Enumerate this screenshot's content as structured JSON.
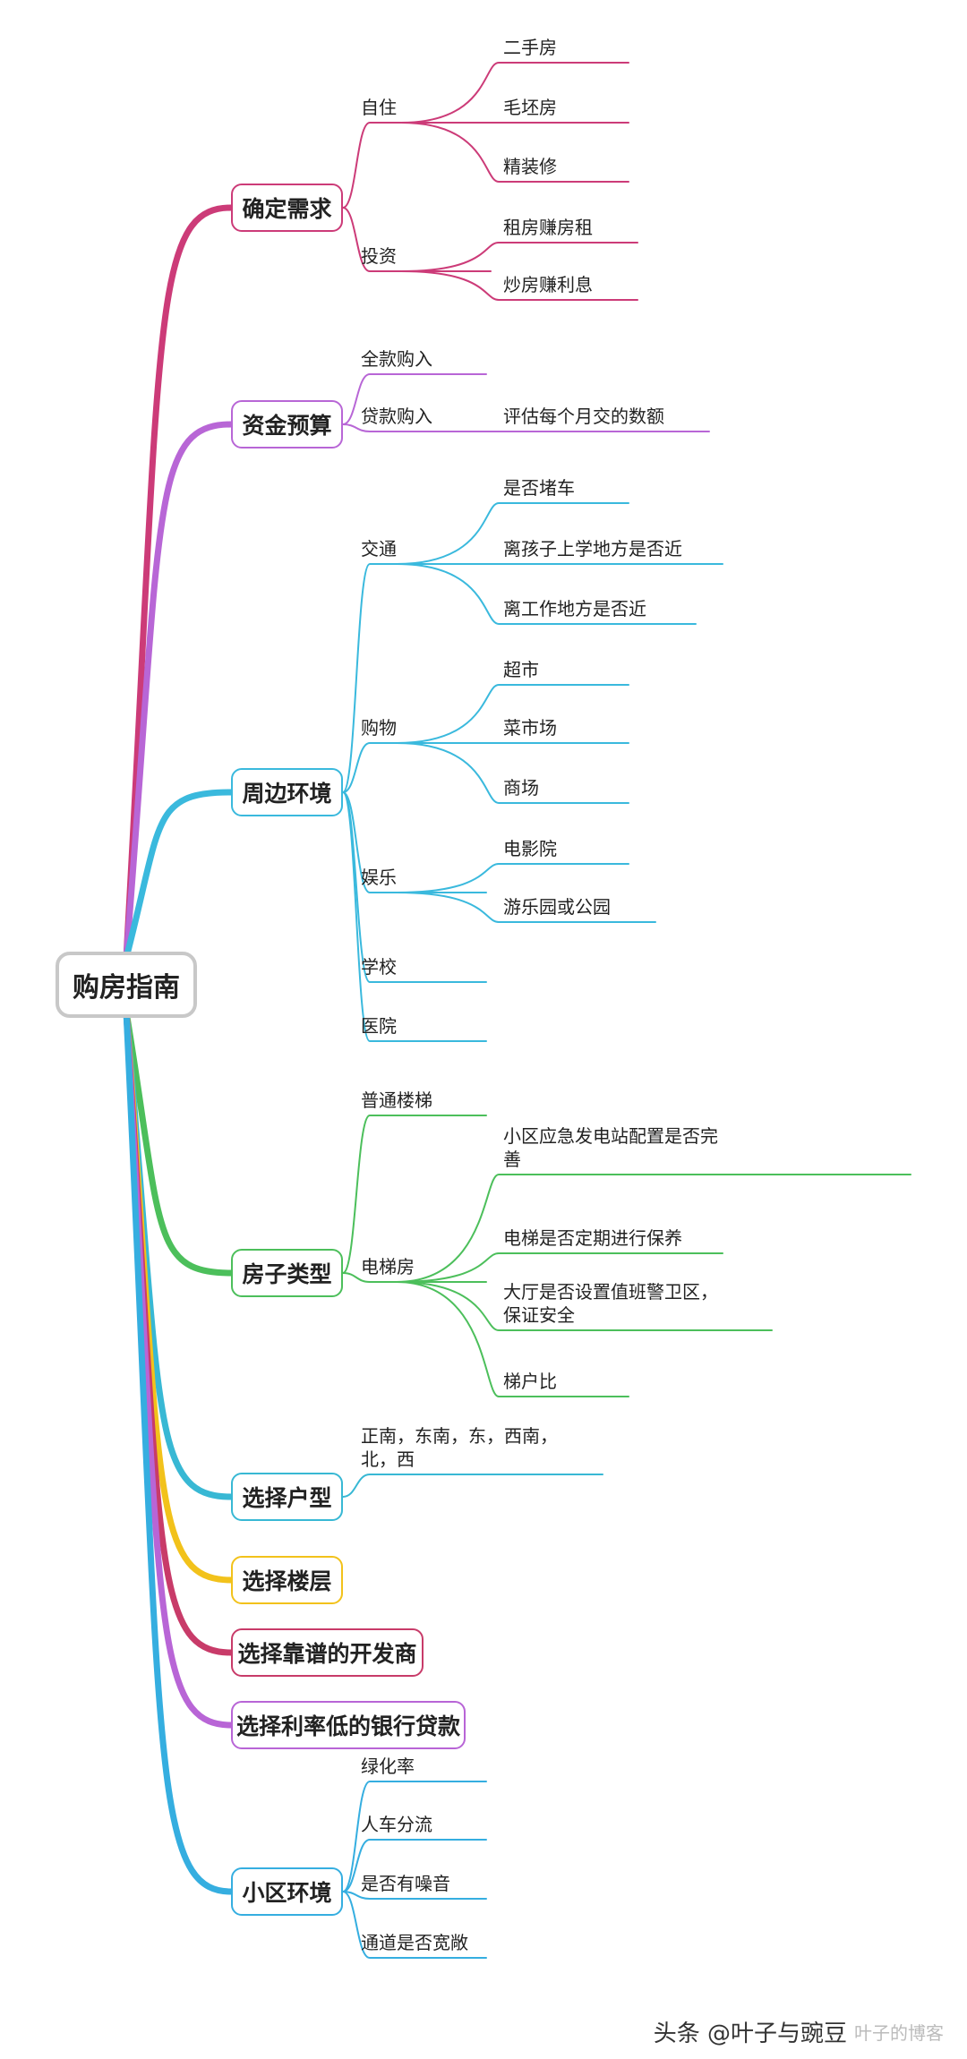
{
  "mindmap": {
    "root": "购房指南",
    "branches": [
      {
        "label": "确定需求",
        "color": "#cc3b78",
        "children": [
          {
            "label": "自住",
            "children": [
              "二手房",
              "毛坯房",
              "精装修"
            ]
          },
          {
            "label": "投资",
            "children": [
              "租房赚房租",
              "炒房赚利息"
            ]
          }
        ]
      },
      {
        "label": "资金预算",
        "color": "#b866d6",
        "children": [
          {
            "label": "全款购入",
            "children": []
          },
          {
            "label": "贷款购入",
            "children": [
              "评估每个月交的数额"
            ]
          }
        ]
      },
      {
        "label": "周边环境",
        "color": "#3ab9dd",
        "children": [
          {
            "label": "交通",
            "children": [
              "是否堵车",
              "离孩子上学地方是否近",
              "离工作地方是否近"
            ]
          },
          {
            "label": "购物",
            "children": [
              "超市",
              "菜市场",
              "商场"
            ]
          },
          {
            "label": "娱乐",
            "children": [
              "电影院",
              "游乐园或公园"
            ]
          },
          {
            "label": "学校",
            "children": []
          },
          {
            "label": "医院",
            "children": []
          }
        ]
      },
      {
        "label": "房子类型",
        "color": "#4cbf5b",
        "children": [
          {
            "label": "普通楼梯",
            "children": []
          },
          {
            "label": "电梯房",
            "children": [
              "小区应急发电站配置是否完善",
              "电梯是否定期进行保养",
              "大厅是否设置值班警卫区，保证安全",
              "梯户比"
            ]
          }
        ]
      },
      {
        "label": "选择户型",
        "color": "#38b8d4",
        "children": [
          {
            "label": "正南，东南，东，西南，北，西",
            "children": []
          }
        ]
      },
      {
        "label": "选择楼层",
        "color": "#f2c21b",
        "children": []
      },
      {
        "label": "选择靠谱的开发商",
        "color": "#c83b69",
        "children": []
      },
      {
        "label": "选择利率低的银行贷款",
        "color": "#b865d6",
        "children": []
      },
      {
        "label": "小区环境",
        "color": "#35aee0",
        "children": [
          {
            "label": "绿化率",
            "children": []
          },
          {
            "label": "人车分流",
            "children": []
          },
          {
            "label": "是否有噪音",
            "children": []
          },
          {
            "label": "通道是否宽敞",
            "children": []
          }
        ]
      }
    ]
  },
  "watermark": {
    "text": "头条 @叶子与豌豆",
    "faint": "叶子的博客"
  }
}
